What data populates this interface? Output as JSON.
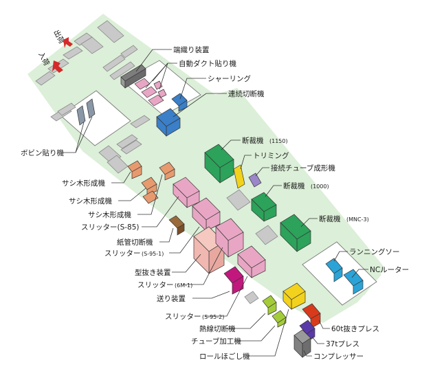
{
  "entrances": {
    "in": "入荷",
    "out": "出荷"
  },
  "labels": {
    "edge_weaving": "端織り装置",
    "auto_duct": "自動ダクト貼り機",
    "shearing": "シャーリング",
    "continuous_cutter": "連続切断機",
    "bobbin": "ボビン貼り機",
    "cutter_1150_name": "断裁機",
    "cutter_1150_model": "(1150)",
    "trimming": "トリミング",
    "tube_former": "接続チューブ成形機",
    "cutter_1000_name": "断裁機",
    "cutter_1000_model": "(1000)",
    "sash1": "サシ木形成機",
    "sash2": "サシ木形成機",
    "sash3": "サシ木形成機",
    "slitter_s85": "スリッター(S-85)",
    "cutter_mnc_name": "断裁機",
    "cutter_mnc_model": "(MNC-3)",
    "paper_tube": "紙管切断機",
    "slitter_s951_name": "スリッター",
    "slitter_s951_model": "(S-95-1)",
    "running_saw": "ランニングソー",
    "nc_router": "NCルーター",
    "die_cutter": "型抜き装置",
    "slitter_6m1_name": "スリッター",
    "slitter_6m1_model": "(6M-1)",
    "feeder": "送り装置",
    "slitter_s952_name": "スリッター",
    "slitter_s952_model": "(S-95-2)",
    "press_60t": "60t抜きプレス",
    "hot_wire": "熱線切断機",
    "tube_proc": "チューブ加工機",
    "press_37t": "37tプレス",
    "roll_loosen": "ロールほごし機",
    "compressor": "コンプレッサー"
  },
  "colors": {
    "floor": "#dcefd8",
    "green": "#2ca25a",
    "pink": "#e8a6c4",
    "blue": "#3a7fc8",
    "sky": "#2ba3d6",
    "orange": "#e79a6e",
    "magenta": "#c2187e",
    "yellow": "#f2d21c",
    "lime": "#a4cc3a",
    "purple": "#5a3aa8",
    "red": "#d83a1c",
    "gray": "#8a8a8a",
    "lavender": "#9a86c8",
    "arrow": "#d42a2a"
  }
}
